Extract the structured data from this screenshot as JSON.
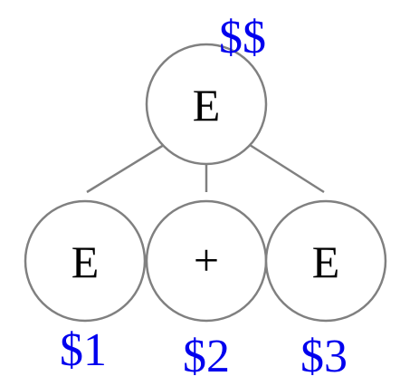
{
  "tree": {
    "root": {
      "label": "E",
      "annotation": "$$"
    },
    "children": [
      {
        "label": "E",
        "annotation": "$1"
      },
      {
        "label": "+",
        "annotation": "$2"
      },
      {
        "label": "E",
        "annotation": "$3"
      }
    ]
  },
  "colors": {
    "node_stroke": "#808080",
    "edge": "#808080",
    "node_text": "#000000",
    "annotation_text": "#0000ee"
  }
}
